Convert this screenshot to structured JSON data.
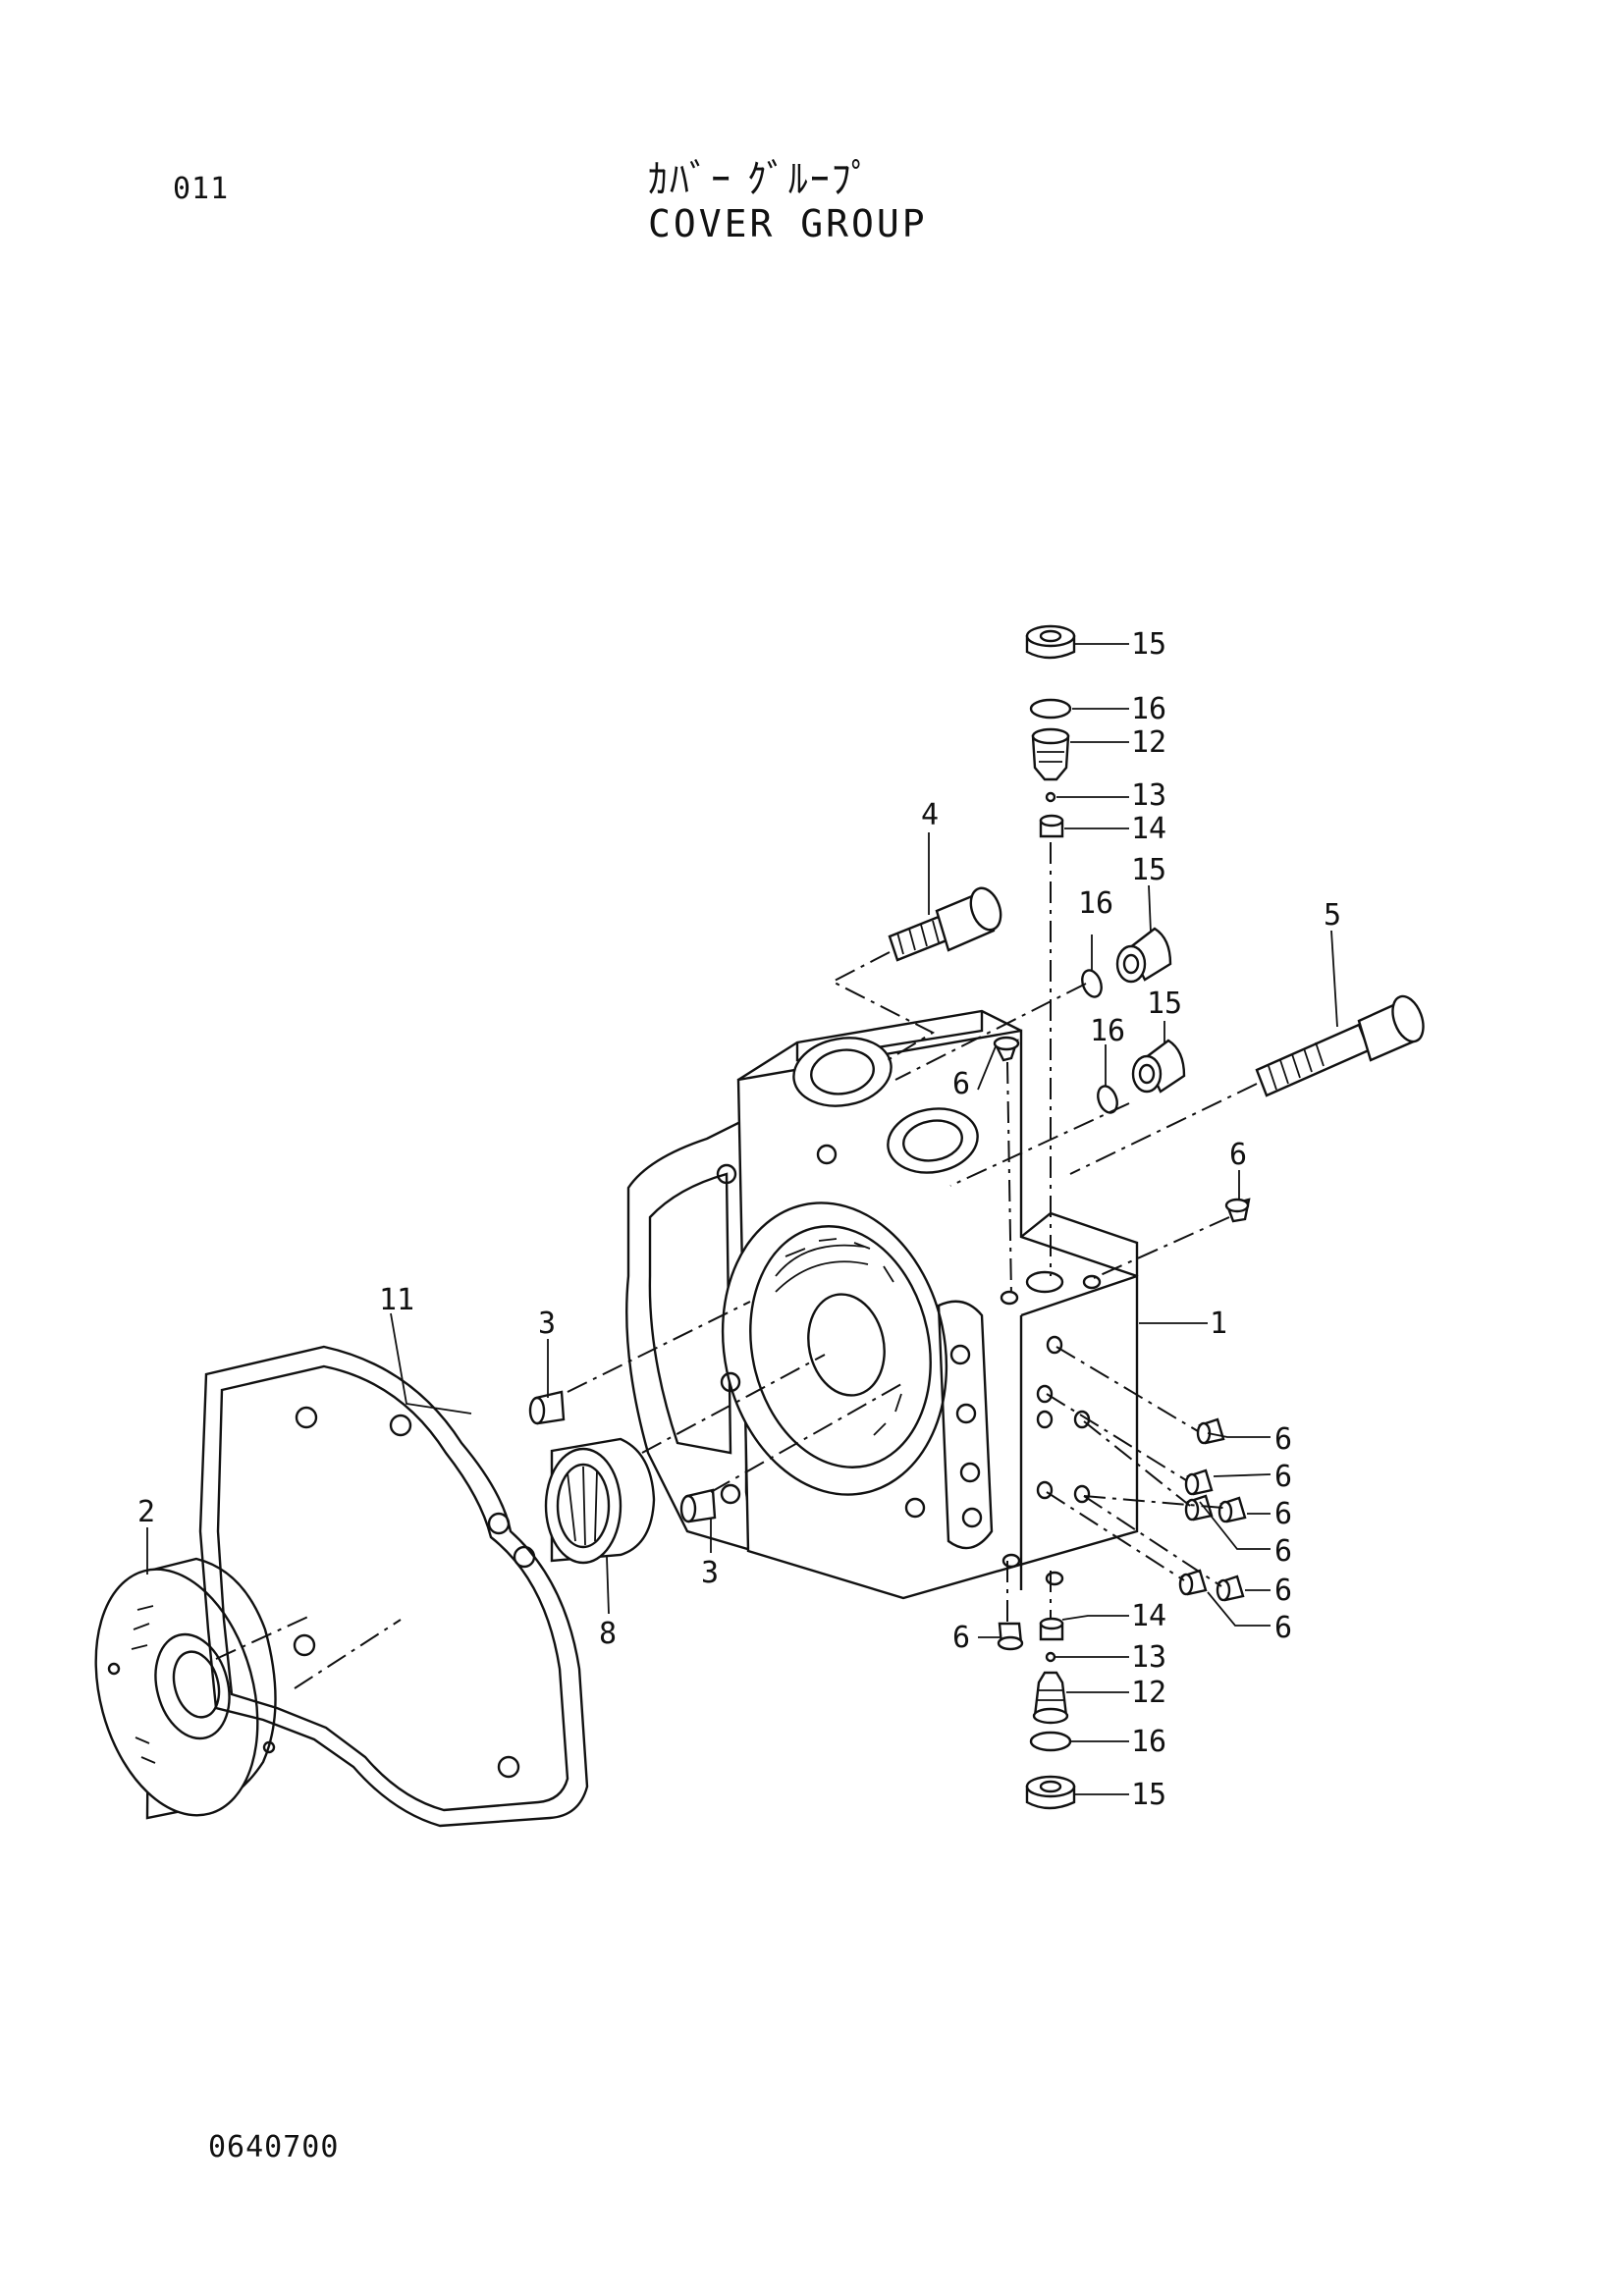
{
  "header": {
    "page_number": "011",
    "title_jp": "ｶﾊﾞｰ ｸﾞﾙｰﾌﾟ",
    "title_en": "COVER GROUP"
  },
  "footer": {
    "drawing_number": "0640700"
  },
  "callouts": [
    {
      "id": "c15a",
      "label": "15"
    },
    {
      "id": "c16a",
      "label": "16"
    },
    {
      "id": "c12a",
      "label": "12"
    },
    {
      "id": "c13a",
      "label": "13"
    },
    {
      "id": "c14a",
      "label": "14"
    },
    {
      "id": "c4",
      "label": "4"
    },
    {
      "id": "c15b",
      "label": "15"
    },
    {
      "id": "c16b",
      "label": "16"
    },
    {
      "id": "c5",
      "label": "5"
    },
    {
      "id": "c15c",
      "label": "15"
    },
    {
      "id": "c16c",
      "label": "16"
    },
    {
      "id": "c6a",
      "label": "6"
    },
    {
      "id": "c6b",
      "label": "6"
    },
    {
      "id": "c1",
      "label": "1"
    },
    {
      "id": "c11",
      "label": "11"
    },
    {
      "id": "c3a",
      "label": "3"
    },
    {
      "id": "c2",
      "label": "2"
    },
    {
      "id": "c8",
      "label": "8"
    },
    {
      "id": "c3b",
      "label": "3"
    },
    {
      "id": "c6c",
      "label": "6"
    },
    {
      "id": "c6d",
      "label": "6"
    },
    {
      "id": "c6e",
      "label": "6"
    },
    {
      "id": "c6f",
      "label": "6"
    },
    {
      "id": "c6g",
      "label": "6"
    },
    {
      "id": "c6h",
      "label": "6"
    },
    {
      "id": "c6i",
      "label": "6"
    },
    {
      "id": "c14b",
      "label": "14"
    },
    {
      "id": "c13b",
      "label": "13"
    },
    {
      "id": "c12b",
      "label": "12"
    },
    {
      "id": "c16d",
      "label": "16"
    },
    {
      "id": "c15d",
      "label": "15"
    }
  ]
}
